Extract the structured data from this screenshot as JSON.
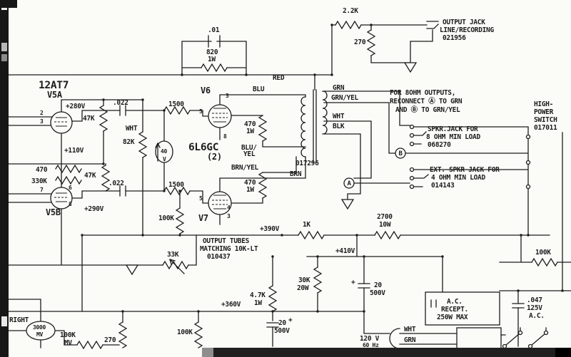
{
  "colors": {
    "paper": "#fbfbf8",
    "ink": "#1c1c1c",
    "chrome": "#171717"
  },
  "labels": {
    "t12at7": "12AT7",
    "v5a": "V5A",
    "v5b": "V5B",
    "v6": "V6",
    "v7": "V7",
    "l6l6gc": "6L6GC",
    "l6l6gc2": "(2)",
    "p280": "+280V",
    "p110": "+110V",
    "p290": "+290V",
    "p390": "+390V",
    "p410": "+410V",
    "p360": "+360V",
    "pin2": "2",
    "pin3": "3",
    "pin7": "7",
    "pin6": "6",
    "pin8b": "8",
    "v6pin3": "3",
    "v6pin5": "5",
    "v6pin8": "8",
    "v7pin5": "5",
    "v7pin4": "4",
    "v7pin3": "3",
    "c01": ".01",
    "r820": "820",
    "r820w": "1W",
    "r2200": "2.2K",
    "r270t": "270",
    "oj1": "OUTPUT JACK",
    "oj2": "LINE/RECORDING",
    "oj3": "021956",
    "red": "RED",
    "blu": "BLU",
    "brn": "BRN",
    "bluyel1": "BLU/",
    "bluyel2": "YEL",
    "brnyel": "BRN/YEL",
    "grn": "GRN",
    "grnyel": "GRN/YEL",
    "whtx": "WHT",
    "blk": "BLK",
    "c022a": ".022",
    "c022b": ".022",
    "r47ka": "47K",
    "r47kb": "47K",
    "whtl": "WHT",
    "r82k": "82K",
    "r470l": "470",
    "r330k": "330K",
    "r1500a": "1500",
    "r1500b": "1500",
    "m40": "40",
    "m40v": "V",
    "r470a": "470",
    "r470a_w": "1W",
    "r470b": "470",
    "r470b_w": "1W",
    "xfmr": "017296",
    "note1": "FOR 8OHM OUTPUTS,",
    "note2": "RECONNECT Ⓐ TO GRN",
    "note3": "AND Ⓑ TO GRN/YEL",
    "hp1": "HIGH-",
    "hp2": "POWER",
    "hp3": "SWITCH",
    "hp4": "017011",
    "spkr1": "SPKR.JACK FOR",
    "spkr2": "8 OHM MIN LOAD",
    "spkr3": "068270",
    "ext1": "EXT. SPKR JACK FOR",
    "ext2": "4 OHM MIN LOAD",
    "ext3": "014143",
    "circA": "A",
    "circB": "B",
    "r100ka": "100K",
    "r1k": "1K",
    "r2700": "2700",
    "r2700w": "10W",
    "match1": "OUTPUT TUBES",
    "match2": "MATCHING 10K-LT",
    "match3": "010437",
    "r33k": "33K",
    "r30k": "30K",
    "r30kw": "20W",
    "c20a": "20",
    "c20av": "500V",
    "plus1": "+",
    "r100kr": "100K",
    "r47k1w": "4.7K",
    "r47k1w_w": "1W",
    "c20b": "20",
    "plus2": "+",
    "c20bv": "500V",
    "ac1": "A.C.",
    "ac2": "RECEPT.",
    "ac3": "250W MAX",
    "c047": ".047",
    "c047v": "125V",
    "c047ac": "A.C.",
    "mv3000": "3000",
    "mv3000b": "MV",
    "r100kbl": "100K",
    "mvbl": "MV",
    "r270bl": "270",
    "r100kb2": "100K",
    "v120": "120 V",
    "hz60": "60 Hz",
    "whtb": "WHT",
    "grnb": "GRN",
    "right": "RIGHT"
  }
}
